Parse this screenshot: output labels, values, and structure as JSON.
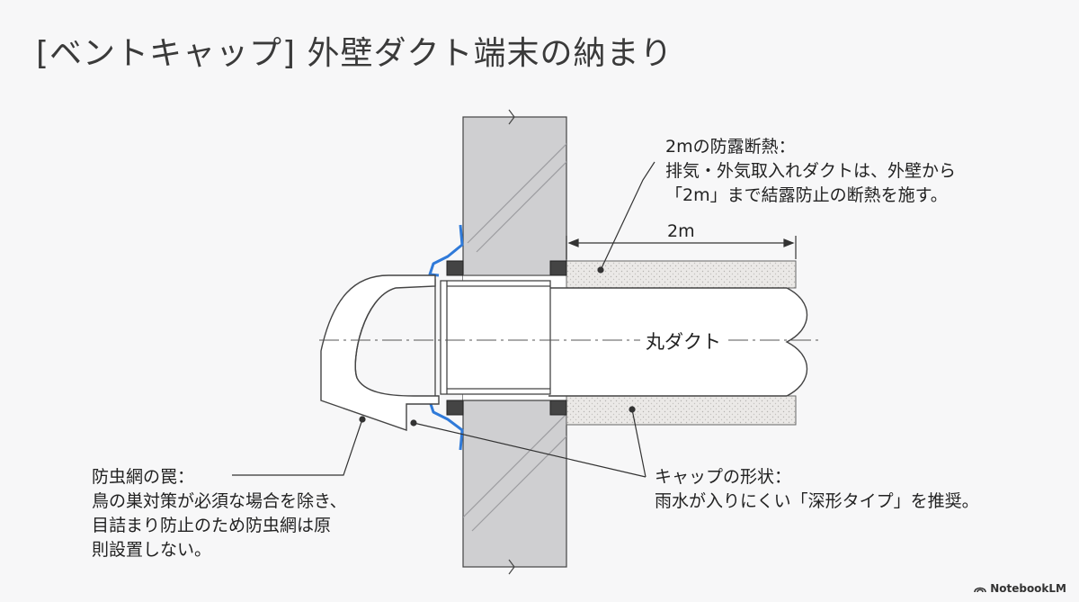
{
  "title": "[ベントキャップ] 外壁ダクト端末の納まり",
  "callouts": {
    "insulation": {
      "heading": "2mの防露断熱：",
      "lines": [
        "排気・外気取入れダクトは、外壁から",
        "「2m」まで結露防止の断熱を施す。"
      ]
    },
    "mesh": {
      "heading": "防虫網の罠：",
      "lines": [
        "鳥の巣対策が必須な場合を除き、",
        "目詰まり防止のため防虫網は原",
        "則設置しない。"
      ]
    },
    "cap": {
      "heading": "キャップの形状：",
      "lines": [
        "雨水が入りにくい「深形タイプ」を推奨。"
      ]
    }
  },
  "dimension_label": "2m",
  "duct_label": "丸ダクト",
  "brand": "NotebookLM",
  "colors": {
    "wall": "#cfcfd1",
    "insulation": "#e6e4e2",
    "flashing": "#2f7ad9",
    "line": "#333333",
    "seal": "#444444"
  }
}
